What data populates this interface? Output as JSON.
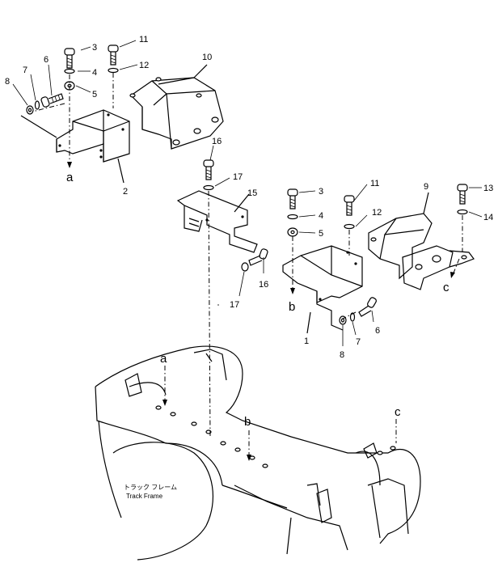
{
  "callouts": {
    "n3a": "3",
    "n11a": "11",
    "n4a": "4",
    "n12a": "12",
    "n10": "10",
    "n6a": "6",
    "n7a": "7",
    "n8a": "8",
    "n5a": "5",
    "n2": "2",
    "n16a": "16",
    "n17a": "17",
    "n15": "15",
    "n16b": "16",
    "n17b": "17",
    "n3b": "3",
    "n11b": "11",
    "n9": "9",
    "n13": "13",
    "n4b": "4",
    "n12b": "12",
    "n14": "14",
    "n5b": "5",
    "n1": "1",
    "n6b": "6",
    "n7b": "7",
    "n8b": "8"
  },
  "letters": {
    "a_top": "a",
    "b_top": "b",
    "c_top": "c",
    "a_frame": "a",
    "b_frame": "b",
    "c_frame": "c"
  },
  "frame_label": {
    "japanese": "トラック フレーム",
    "english": "Track Frame"
  }
}
